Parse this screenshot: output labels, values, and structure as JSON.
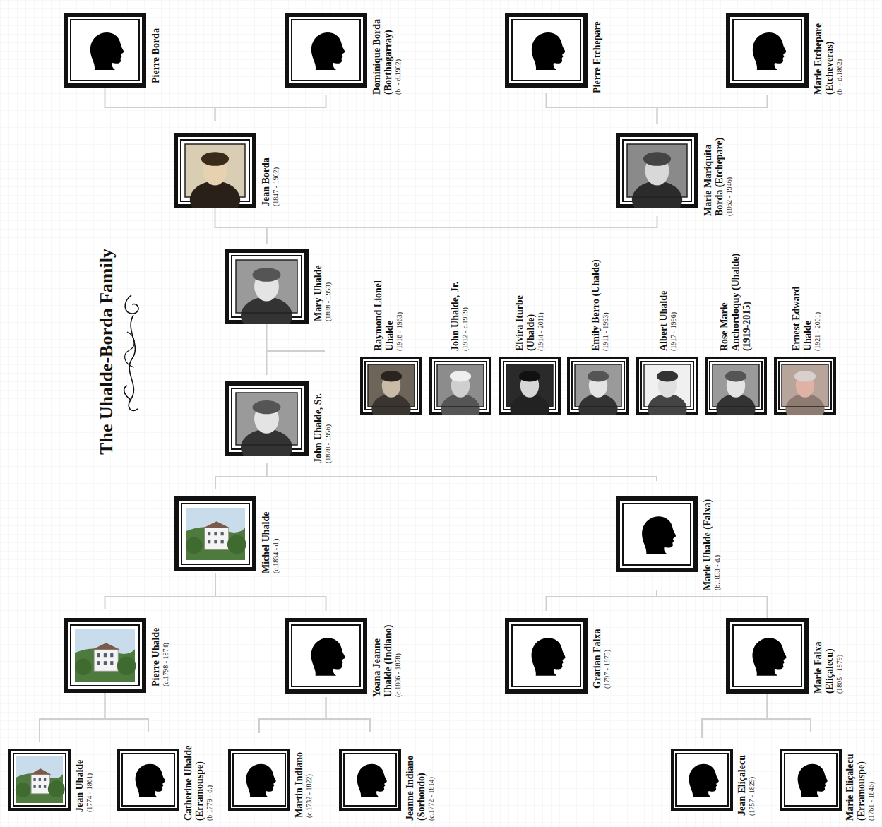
{
  "diagram": {
    "title": "The Uhalde-Borda Family",
    "nodes": [
      {
        "text": [
          "Pierre Borda"
        ]
      },
      {
        "text": [
          "Dominique Borda (Borthagarray)",
          "(b. - d.1902)"
        ]
      },
      {
        "text": [
          "Pierre Etchepare"
        ]
      },
      {
        "text": [
          "Marie Etchepare (Etcheveras)",
          "(b. - d.1862)"
        ]
      },
      {
        "text": [
          "Jean Borda",
          "(1847 - 1902)"
        ]
      },
      {
        "text": [
          "Marie Mariquita Borda (Etchepare)",
          "(1862 - 1946)"
        ]
      },
      {
        "text": [
          "Mary Uhalde",
          "(1888 - 1953)"
        ]
      },
      {
        "text": [
          "John Uhalde, Sr.",
          "(1878 - 1956)"
        ]
      },
      {
        "text": [
          "Raymond Lionel Uhalde",
          "(1916 - 1963)"
        ]
      },
      {
        "text": [
          "John Uhalde, Jr.",
          "(1912 - c.1959)"
        ]
      },
      {
        "text": [
          "Elvira Iturbe (Uhalde)",
          "(1914 - 2011)"
        ]
      },
      {
        "text": [
          "Emily Berro (Uhalde)",
          "(1911 - 1993)"
        ]
      },
      {
        "text": [
          "Albert Uhalde",
          "(1917 - 1996)"
        ]
      },
      {
        "text": [
          "Rose Marie Anchordoquy (Uhalde)",
          "(1919-2015)"
        ]
      },
      {
        "text": [
          "Ernest Edward Uhalde",
          "(1921 - 2001)"
        ]
      },
      {
        "text": [
          "Michel Uhalde",
          "(c.1834 - d.)"
        ]
      },
      {
        "text": [
          "Marie Uhalde (Falxa)",
          "(b.1833 - d.)"
        ]
      },
      {
        "text": [
          "Pierre Uhalde",
          "(c.1798 - 1874)"
        ]
      },
      {
        "text": [
          "Yoana Jeanne Uhalde (Indiano)",
          "(c.1806 - 1878)"
        ]
      },
      {
        "text": [
          "Gratian Falxa",
          "(1797 - 1875)"
        ]
      },
      {
        "text": [
          "Marie Falxa (Eliçalecu)",
          "(1805 - 1879)"
        ]
      },
      {
        "text": [
          "Jean Uhalde",
          "(1774 - 1861)"
        ]
      },
      {
        "text": [
          "Catherine Uhalde (Erramouspe)",
          "(b.1779 - d.)"
        ]
      },
      {
        "text": [
          "Martin Indiano",
          "(c.1732 - 1822)"
        ]
      },
      {
        "text": [
          "Jeanne Indiano (Sorhondo)",
          "(c.1772 - 1814)"
        ]
      },
      {
        "text": [
          "Jean Eliçalecu",
          "(1757 - 1829)"
        ]
      },
      {
        "text": [
          "Marie Eliçalecu (Erramouspe)",
          "(1761 - 1846)"
        ]
      }
    ],
    "edges": [
      {
        "from": 0,
        "to": 4,
        "arrow": "none"
      },
      {
        "from": 1,
        "to": 4,
        "arrow": "none"
      },
      {
        "from": 2,
        "to": 5,
        "arrow": "none"
      },
      {
        "from": 3,
        "to": 5,
        "arrow": "none"
      },
      {
        "from": 4,
        "to": 6,
        "arrow": "none"
      },
      {
        "from": 5,
        "to": 6,
        "arrow": "none"
      },
      {
        "from": 6,
        "to": 7,
        "arrow": "none"
      },
      {
        "from": 15,
        "to": 7,
        "arrow": "none"
      },
      {
        "from": 16,
        "to": 7,
        "arrow": "none"
      },
      {
        "from": 17,
        "to": 15,
        "arrow": "none"
      },
      {
        "from": 18,
        "to": 15,
        "arrow": "none"
      },
      {
        "from": 19,
        "to": 16,
        "arrow": "none"
      },
      {
        "from": 20,
        "to": 16,
        "arrow": "none"
      },
      {
        "from": 21,
        "to": 17,
        "arrow": "none"
      },
      {
        "from": 22,
        "to": 17,
        "arrow": "none"
      },
      {
        "from": 23,
        "to": 18,
        "arrow": "none"
      },
      {
        "from": 24,
        "to": 18,
        "arrow": "none"
      },
      {
        "from": 25,
        "to": 20,
        "arrow": "none"
      },
      {
        "from": 26,
        "to": 20,
        "arrow": "none"
      }
    ]
  }
}
